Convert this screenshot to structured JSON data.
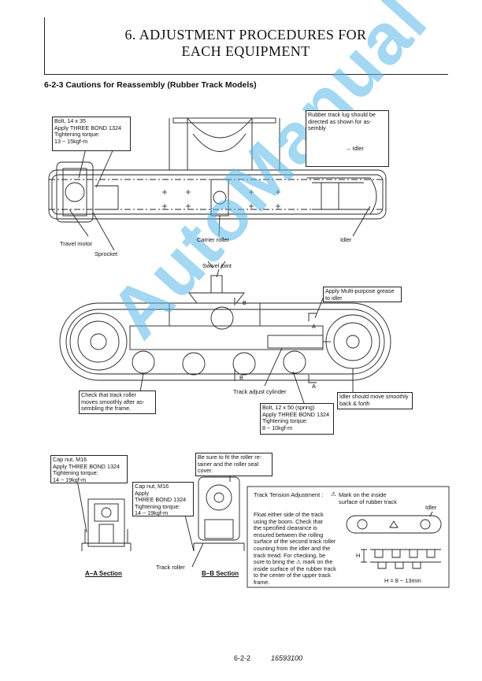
{
  "header": {
    "title_line1": "6. ADJUSTMENT PROCEDURES FOR",
    "title_line2": "EACH EQUIPMENT"
  },
  "section_title": "6-2-3 Cautions for Reassembly (Rubber Track Models)",
  "top_view": {
    "bolt_box": [
      "Bolt, 14 x 35",
      "Apply THREE BOND 1324",
      "Tightening torque:",
      "13 ~ 15kgf-m"
    ],
    "lug_box": [
      "Rubber track lug should be",
      "directed as shown for as-",
      "sembly"
    ],
    "idler_arrow_label": "→ Idler",
    "labels": {
      "carrier_roller": "Carrier roller",
      "idler": "Idler",
      "travel_motor": "Travel motor",
      "sprocket": "Sprocket"
    }
  },
  "side_view": {
    "swivel_joint": "Swivel joint",
    "grease_box": [
      "Apply Multi-purpose grease",
      "to idler"
    ],
    "check_box": [
      "Check that track roller",
      "moves smoothly after as-",
      "sembling the frame."
    ],
    "track_adjust_cylinder": "Track adjust cylinder",
    "idler_box": [
      "Idler should move smoothly",
      "back & forth"
    ],
    "spring_box": [
      "Bolt, 12 x 50 (spring)",
      "Apply THREE BOND 1324",
      "Tightening torque:",
      "8 ~ 10kgf-m"
    ],
    "marks": {
      "a_top": "A",
      "b_top": "B",
      "b_bottom": "B",
      "a_bottom": "A"
    }
  },
  "bottom": {
    "capnut_a_box": [
      "Cap nut, M16",
      "Apply THREE BOND 1324",
      "Tightening torque:",
      "14 ~ 19kgf-m"
    ],
    "seal_box": [
      "Be sure to fit the roller re-",
      "tainer and the roller seal",
      "cover."
    ],
    "capnut_b_box": [
      "Cap nut, M16",
      "Apply",
      "THREE BOND 1324",
      "Tightening torque:",
      "14 ~ 19kgf-m"
    ],
    "track_roller": "Track roller",
    "aa_section": "A–A Section",
    "bb_section": "B–B Section"
  },
  "tension": {
    "heading": "Track Tension Adjustment :",
    "mark_note_1": "Mark on the inside",
    "mark_note_2": "surface of rubber track",
    "idler": "Idler",
    "body": [
      "Float either side of the track",
      "using the boom.  Check that",
      "the specified clearance is",
      "ensured between the rolling",
      "surface of the second track roller",
      "counting from the idler and the",
      "track tread.  For checking, be",
      "sure to bring the",
      "mark on the",
      "inside surface of the rubber track",
      "to the center of the upper track",
      "frame."
    ],
    "h_label": "H",
    "h_value": "H = 8 ~ 13mm"
  },
  "watermark": "AutoManual",
  "footer": {
    "page": "6-2-2",
    "doc_no": "16593100"
  }
}
